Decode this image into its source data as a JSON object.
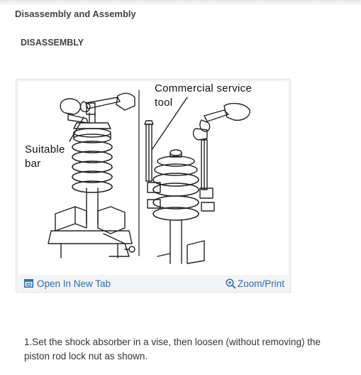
{
  "header": {
    "section_title": "Disassembly and Assembly",
    "sub_title": "DISASSEMBLY"
  },
  "figure": {
    "label_commercial_line1": "Commercial  service",
    "label_commercial_line2": "tool",
    "label_suitable_line1": "Suitable",
    "label_suitable_line2": "bar",
    "open_tab_label": "Open In New Tab",
    "open_tab_icon": "open-in-new-tab-icon",
    "zoom_print_label": "Zoom/Print",
    "zoom_print_icon": "zoom-magnifier-icon",
    "link_color": "#2a6db5"
  },
  "steps": [
    "1.Set the shock absorber in a vise, then loosen (without removing) the piston rod lock nut as shown."
  ]
}
